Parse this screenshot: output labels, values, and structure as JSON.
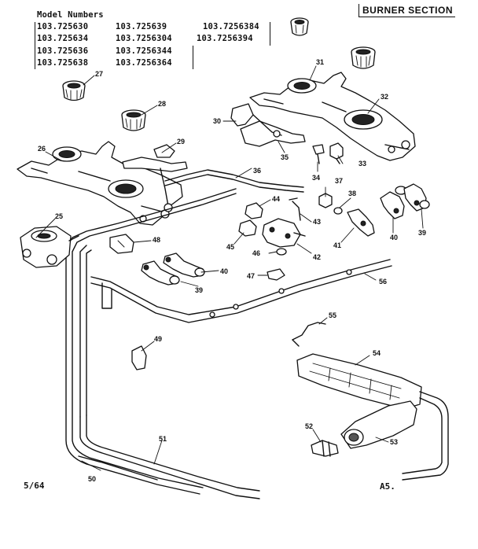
{
  "header": {
    "section_title": "BURNER SECTION",
    "model_heading": "Model Numbers",
    "model_rows": [
      [
        "103.725630",
        "103.725639",
        "103.7256384"
      ],
      [
        "103.725634",
        "103.7256304",
        "103.7256394"
      ],
      [
        "103.725636",
        "103.7256344",
        ""
      ],
      [
        "103.725638",
        "103.7256364",
        ""
      ]
    ]
  },
  "footer": {
    "page_code": "5/64",
    "ref_code": "A5."
  },
  "callouts": {
    "c25": "25",
    "c26": "26",
    "c27": "27",
    "c28": "28",
    "c29": "29",
    "c30": "30",
    "c31": "31",
    "c32": "32",
    "c33": "33",
    "c34": "34",
    "c35": "35",
    "c36": "36",
    "c37": "37",
    "c38": "38",
    "c39a": "39",
    "c39b": "39",
    "c40a": "40",
    "c40b": "40",
    "c41": "41",
    "c42": "42",
    "c43": "43",
    "c44": "44",
    "c45": "45",
    "c46": "46",
    "c47": "47",
    "c48": "48",
    "c49": "49",
    "c50": "50",
    "c51": "51",
    "c52": "52",
    "c53": "53",
    "c54": "54",
    "c55": "55",
    "c56": "56"
  }
}
